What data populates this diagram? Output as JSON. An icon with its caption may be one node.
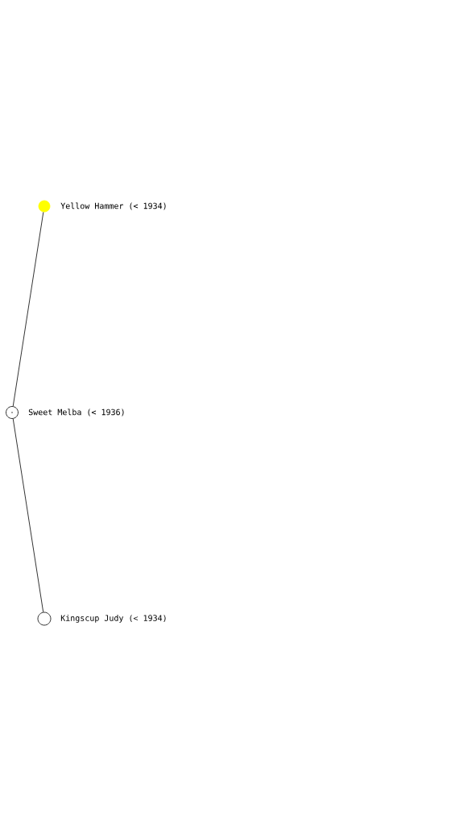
{
  "diagram": {
    "nodes": [
      {
        "text": [
          "Yellow Hammer  (< 1934)"
        ]
      },
      {
        "text": [
          "Sweet Melba (< 1936)"
        ]
      },
      {
        "text": [
          "Kingscup Judy (< 1934)"
        ]
      }
    ],
    "edges": [
      {
        "from": 1,
        "to": 0,
        "arrow": "none"
      },
      {
        "from": 1,
        "to": 2,
        "arrow": "none"
      }
    ]
  }
}
